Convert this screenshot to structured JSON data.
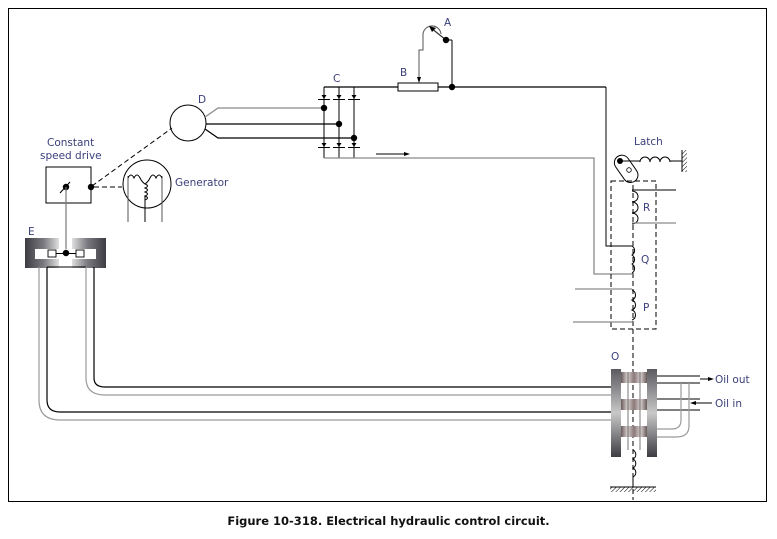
{
  "figure": {
    "caption": "Figure 10-318. Electrical hydraulic control circuit."
  },
  "labels": {
    "A": "A",
    "B": "B",
    "C": "C",
    "D": "D",
    "E": "E",
    "O": "O",
    "P": "P",
    "Q": "Q",
    "R": "R",
    "latch": "Latch",
    "generator": "Generator",
    "csd_line1": "Constant",
    "csd_line2": "speed drive",
    "oil_out": "Oil out",
    "oil_in": "Oil in"
  },
  "colors": {
    "line": "#000000",
    "gray_wire": "#8a8a8a",
    "label": "#3a3f7a",
    "housing_dark": "#3c3c42",
    "housing_light": "#d8d8d8"
  }
}
